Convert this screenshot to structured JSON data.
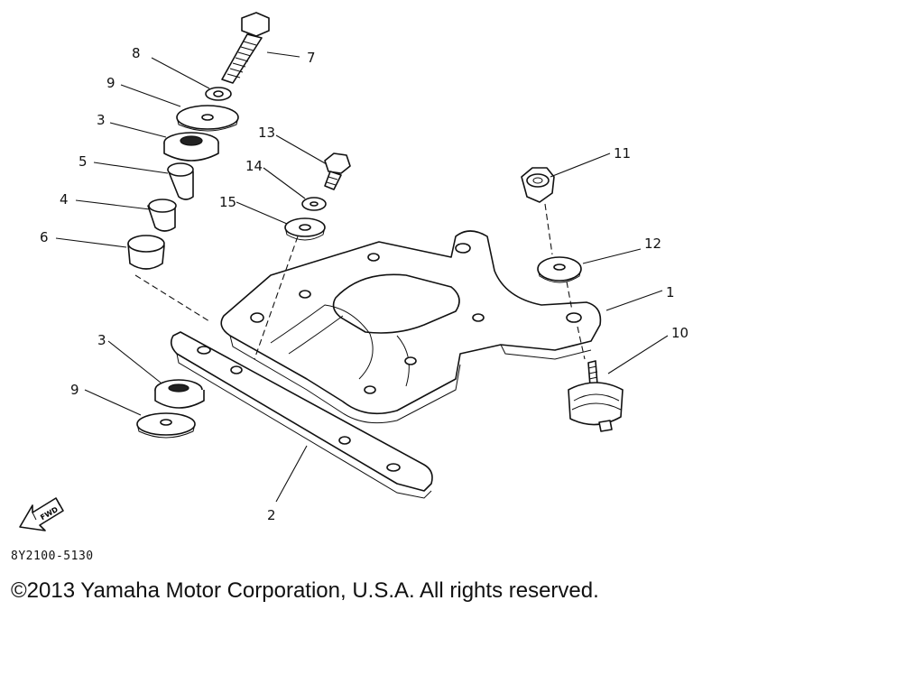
{
  "diagram": {
    "callouts": {
      "c1": "1",
      "c2": "2",
      "c3a": "3",
      "c3b": "3",
      "c4": "4",
      "c5": "5",
      "c6": "6",
      "c7": "7",
      "c8": "8",
      "c9a": "9",
      "c9b": "9",
      "c10": "10",
      "c11": "11",
      "c12": "12",
      "c13": "13",
      "c14": "14",
      "c15": "15"
    },
    "fwd_label": "FWD",
    "diagram_code": "8Y2100-5130"
  },
  "footer": {
    "copyright": "©2013 Yamaha Motor Corporation, U.S.A. All rights reserved."
  }
}
